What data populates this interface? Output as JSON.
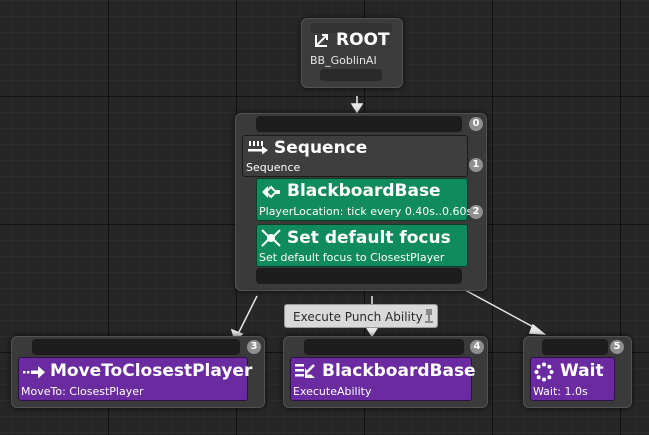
{
  "root": {
    "title": "ROOT",
    "subtitle": "BB_GoblinAI",
    "icon": "root-icon"
  },
  "sequence": {
    "index": "0",
    "title": "Sequence",
    "subtitle": "Sequence",
    "title_index": "1",
    "icon": "sequence-icon"
  },
  "services": [
    {
      "title": "BlackboardBase",
      "subtitle": "PlayerLocation: tick every 0.40s..0.60s",
      "index": "2",
      "icon": "blackboard-icon"
    },
    {
      "title": "Set default focus",
      "subtitle": "Set default focus to ClosestPlayer",
      "icon": "focus-icon"
    }
  ],
  "tasks": [
    {
      "index": "3",
      "title": "MoveToClosestPlayer",
      "subtitle": "MoveTo: ClosestPlayer",
      "icon": "move-to-icon"
    },
    {
      "index": "4",
      "title": "BlackboardBase",
      "subtitle": "ExecuteAbility",
      "icon": "blackboard-task-icon"
    },
    {
      "index": "5",
      "title": "Wait",
      "subtitle": "Wait: 1.0s",
      "icon": "wait-icon"
    }
  ],
  "tooltip": {
    "text": "Execute Punch Ability"
  },
  "colors": {
    "service": "#0f8b5e",
    "task": "#6a2ba0",
    "grid": "#262626"
  }
}
